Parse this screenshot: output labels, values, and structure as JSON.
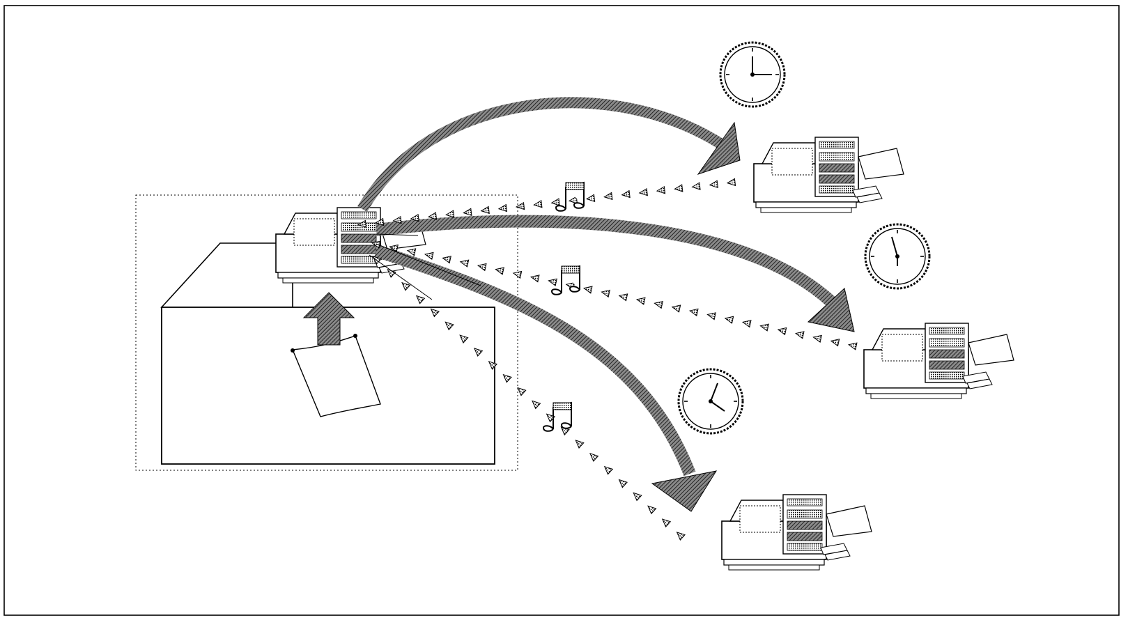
{
  "diagram": {
    "kind": "line-art illustration",
    "text_labels": [],
    "colors": {
      "background": "#ffffff",
      "ink": "#000000",
      "halftone_dark": "#505050",
      "halftone_light": "#9a9a9a"
    },
    "elements": {
      "origin_fax": "fax-machine",
      "document": "paper-sheet",
      "destinations": [
        "fax-machine",
        "fax-machine",
        "fax-machine"
      ],
      "timers": [
        "clock-icon",
        "clock-icon",
        "clock-icon"
      ],
      "signals": [
        "music-note-icon",
        "music-note-icon",
        "music-note-icon"
      ],
      "transmission_arrows": 3,
      "return_signal_lines": 3
    }
  }
}
